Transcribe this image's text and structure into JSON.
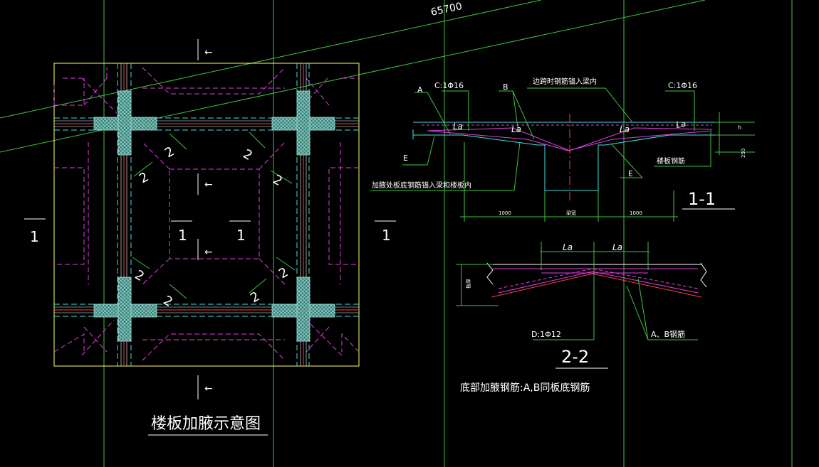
{
  "dimension_top": "65700",
  "plan": {
    "title": "楼板加腋示意图",
    "section1_marks": [
      "1",
      "1",
      "1",
      "1"
    ],
    "section2_marks": [
      "2",
      "2",
      "2",
      "2",
      "2",
      "2",
      "2",
      "2"
    ],
    "arrow_marks": [
      "←",
      "←",
      "←",
      "←"
    ]
  },
  "section_1_1": {
    "title": "1-1",
    "label_a": "A",
    "label_b": "B",
    "label_c_left": "C:1Φ16",
    "label_c_right": "C:1Φ16",
    "label_e_left": "E",
    "label_e_right": "E",
    "note_top": "边跨时钢筋锚入梁内",
    "note_bottom": "加腋处板底钢筋锚入梁和楼板内",
    "note_slab": "楼板钢筋",
    "la_labels": [
      "La",
      "La",
      "La",
      "La"
    ],
    "dim_left": "1000",
    "dim_mid": "梁宽",
    "dim_right": "1000",
    "dim_h": "h",
    "dim_250": "250"
  },
  "section_2_2": {
    "title": "2-2",
    "la_left": "La",
    "la_right": "La",
    "label_d": "D:1Φ12",
    "label_ab": "A、B钢筋",
    "dim_side": "板厚"
  },
  "footnote": "底部加腋钢筋:A,B同板底钢筋",
  "colors": {
    "background": "#000000",
    "grid_green": "#4ade4a",
    "magenta": "#e040e0",
    "cyan": "#40e0e0",
    "yellow": "#ffff66",
    "white": "#ffffff",
    "red": "#ff3030",
    "hatch": "#5fa8a0"
  }
}
